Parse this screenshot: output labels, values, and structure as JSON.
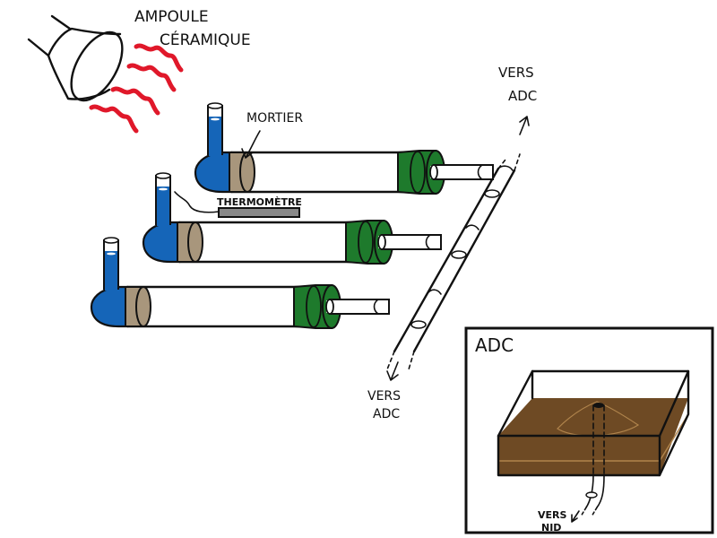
{
  "labels": {
    "lamp_line1": "AMPOULE",
    "lamp_line2": "CÉRAMIQUE",
    "mortier": "MORTIER",
    "thermometre": "THERMOMÈTRE",
    "vers_adc_top_1": "VERS",
    "vers_adc_top_2": "ADC",
    "vers_adc_bottom_1": "VERS",
    "vers_adc_bottom_2": "ADC",
    "inset_title": "ADC",
    "vers_nid_1": "VERS",
    "vers_nid_2": "NID"
  },
  "colors": {
    "water": "#1565b8",
    "mortar": "#a8967c",
    "stopper": "#1e7a2c",
    "heat": "#e0182a",
    "soil": "#6e4a24",
    "thermometer": "#888888"
  },
  "tubes": [
    {
      "name": "tube-top"
    },
    {
      "name": "tube-middle"
    },
    {
      "name": "tube-bottom"
    }
  ]
}
